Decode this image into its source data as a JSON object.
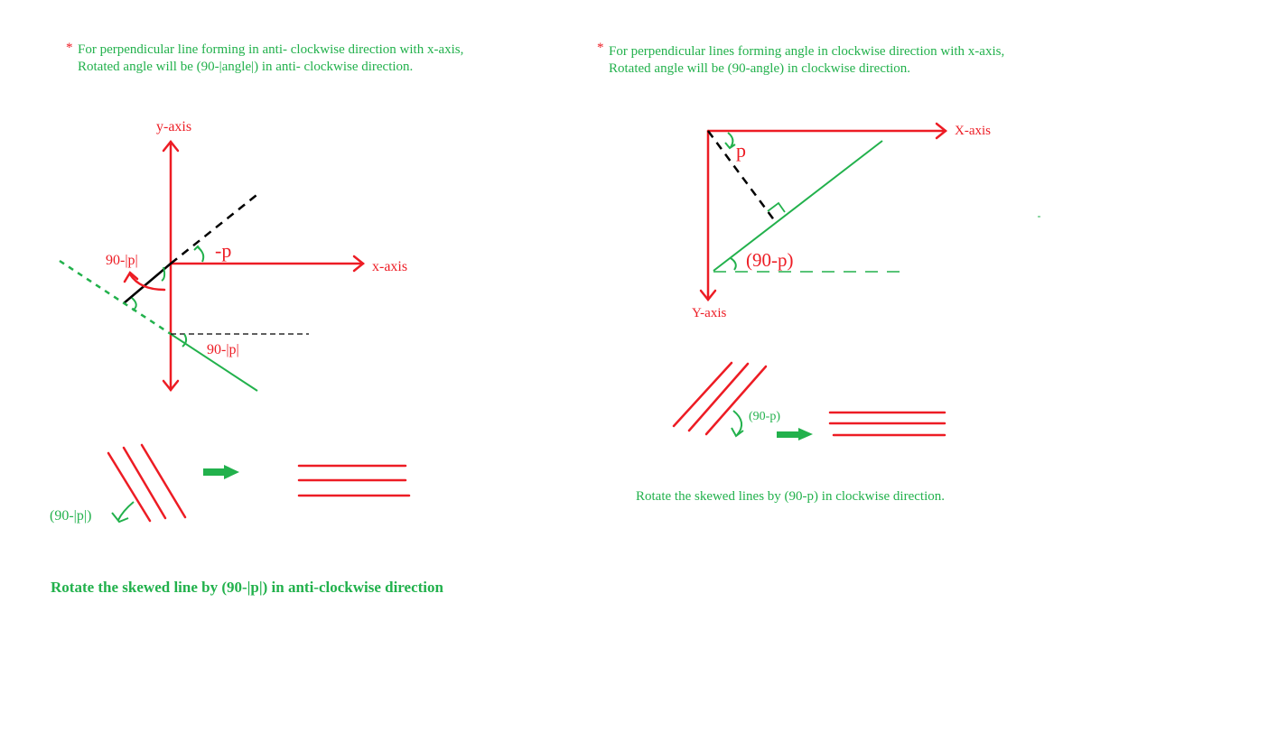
{
  "colors": {
    "red": "#ed1c24",
    "green": "#22b14c",
    "black": "#000000"
  },
  "left": {
    "note_star": "*",
    "note_line1": "For perpendicular line forming in anti- clockwise direction with x-axis,",
    "note_line2": "Rotated angle will be (90-|angle|) in anti- clockwise direction.",
    "y_axis_label": "y-axis",
    "x_axis_label": "x-axis",
    "angle_neg_p": "-p",
    "angle_upper": "90-|p|",
    "angle_lower": "90-|p|",
    "rotation_label": "(90-|p|)",
    "caption": "Rotate the skewed line by (90-|p|) in anti-clockwise direction"
  },
  "right": {
    "note_star": "*",
    "note_line1": "For perpendicular lines forming angle in clockwise direction with x-axis,",
    "note_line2": "Rotated angle will be (90-angle) in clockwise direction.",
    "x_axis_label": "X-axis",
    "y_axis_label": "Y-axis",
    "angle_p": "p",
    "angle_90p": "(90-p)",
    "rotation_label": "(90-p)",
    "caption": "Rotate the skewed lines by (90-p) in clockwise direction."
  }
}
